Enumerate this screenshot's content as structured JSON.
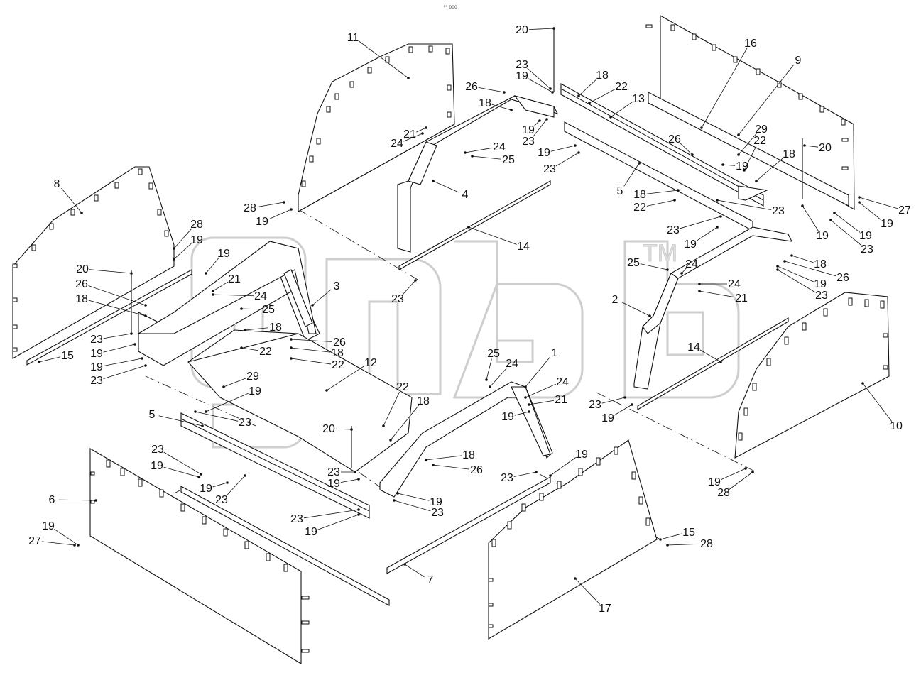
{
  "watermark": {
    "text": "gnd",
    "mark": "TM",
    "color": "#c9c9c9"
  },
  "tiny_text": "²° 000",
  "callouts": [
    {
      "id": "c01",
      "text": "20"
    },
    {
      "id": "c02",
      "text": "23"
    },
    {
      "id": "c03",
      "text": "19"
    },
    {
      "id": "c04",
      "text": "18"
    },
    {
      "id": "c05",
      "text": "22"
    },
    {
      "id": "c06",
      "text": "13"
    },
    {
      "id": "c07",
      "text": "16"
    },
    {
      "id": "c08",
      "text": "9"
    },
    {
      "id": "c09",
      "text": "11"
    },
    {
      "id": "c10",
      "text": "26"
    },
    {
      "id": "c11",
      "text": "18"
    },
    {
      "id": "c12",
      "text": "19"
    },
    {
      "id": "c13",
      "text": "23"
    },
    {
      "id": "c14",
      "text": "21"
    },
    {
      "id": "c15",
      "text": "24"
    },
    {
      "id": "c16",
      "text": "24"
    },
    {
      "id": "c17",
      "text": "25"
    },
    {
      "id": "c18",
      "text": "19"
    },
    {
      "id": "c19",
      "text": "23"
    },
    {
      "id": "c20",
      "text": "26"
    },
    {
      "id": "c21",
      "text": "29"
    },
    {
      "id": "c22",
      "text": "22"
    },
    {
      "id": "c23",
      "text": "18"
    },
    {
      "id": "c24",
      "text": "20"
    },
    {
      "id": "c25",
      "text": "19"
    },
    {
      "id": "c26",
      "text": "4"
    },
    {
      "id": "c27",
      "text": "5"
    },
    {
      "id": "c28",
      "text": "18"
    },
    {
      "id": "c29",
      "text": "22"
    },
    {
      "id": "c30",
      "text": "23"
    },
    {
      "id": "c31",
      "text": "27"
    },
    {
      "id": "c32",
      "text": "19"
    },
    {
      "id": "c33",
      "text": "19"
    },
    {
      "id": "c34",
      "text": "23"
    },
    {
      "id": "c35",
      "text": "28"
    },
    {
      "id": "c36",
      "text": "19"
    },
    {
      "id": "c37",
      "text": "8"
    },
    {
      "id": "c38",
      "text": "28"
    },
    {
      "id": "c39",
      "text": "19"
    },
    {
      "id": "c40",
      "text": "14"
    },
    {
      "id": "c41",
      "text": "23"
    },
    {
      "id": "c42",
      "text": "19"
    },
    {
      "id": "c43",
      "text": "19"
    },
    {
      "id": "c44",
      "text": "20"
    },
    {
      "id": "c45",
      "text": "26"
    },
    {
      "id": "c46",
      "text": "18"
    },
    {
      "id": "c47",
      "text": "21"
    },
    {
      "id": "c48",
      "text": "24"
    },
    {
      "id": "c49",
      "text": "25"
    },
    {
      "id": "c50",
      "text": "3"
    },
    {
      "id": "c51",
      "text": "19"
    },
    {
      "id": "c52",
      "text": "23"
    },
    {
      "id": "c53",
      "text": "25"
    },
    {
      "id": "c54",
      "text": "24"
    },
    {
      "id": "c55",
      "text": "18"
    },
    {
      "id": "c56",
      "text": "26"
    },
    {
      "id": "c57",
      "text": "19"
    },
    {
      "id": "c58",
      "text": "23"
    },
    {
      "id": "c59",
      "text": "2"
    },
    {
      "id": "c60",
      "text": "24"
    },
    {
      "id": "c61",
      "text": "21"
    },
    {
      "id": "c62",
      "text": "18"
    },
    {
      "id": "c63",
      "text": "26"
    },
    {
      "id": "c64",
      "text": "18"
    },
    {
      "id": "c65",
      "text": "22"
    },
    {
      "id": "c66",
      "text": "22"
    },
    {
      "id": "c67",
      "text": "12"
    },
    {
      "id": "c68",
      "text": "14"
    },
    {
      "id": "c69",
      "text": "10"
    },
    {
      "id": "c70",
      "text": "23"
    },
    {
      "id": "c71",
      "text": "19"
    },
    {
      "id": "c72",
      "text": "19"
    },
    {
      "id": "c73",
      "text": "23"
    },
    {
      "id": "c74",
      "text": "15"
    },
    {
      "id": "c75",
      "text": "23"
    },
    {
      "id": "c76",
      "text": "19"
    },
    {
      "id": "c77",
      "text": "29"
    },
    {
      "id": "c78",
      "text": "19"
    },
    {
      "id": "c79",
      "text": "23"
    },
    {
      "id": "c80",
      "text": "25"
    },
    {
      "id": "c81",
      "text": "24"
    },
    {
      "id": "c82",
      "text": "1"
    },
    {
      "id": "c83",
      "text": "24"
    },
    {
      "id": "c84",
      "text": "21"
    },
    {
      "id": "c85",
      "text": "5"
    },
    {
      "id": "c86",
      "text": "22"
    },
    {
      "id": "c87",
      "text": "18"
    },
    {
      "id": "c88",
      "text": "20"
    },
    {
      "id": "c89",
      "text": "23"
    },
    {
      "id": "c90",
      "text": "19"
    },
    {
      "id": "c91",
      "text": "18"
    },
    {
      "id": "c92",
      "text": "26"
    },
    {
      "id": "c93",
      "text": "19"
    },
    {
      "id": "c94",
      "text": "23"
    },
    {
      "id": "c95",
      "text": "23"
    },
    {
      "id": "c96",
      "text": "19"
    },
    {
      "id": "c97",
      "text": "23"
    },
    {
      "id": "c98",
      "text": "19"
    },
    {
      "id": "c99",
      "text": "6"
    },
    {
      "id": "c100",
      "text": "19"
    },
    {
      "id": "c101",
      "text": "27"
    },
    {
      "id": "c102",
      "text": "23"
    },
    {
      "id": "c103",
      "text": "19"
    },
    {
      "id": "c104",
      "text": "23"
    },
    {
      "id": "c105",
      "text": "19"
    },
    {
      "id": "c106",
      "text": "19"
    },
    {
      "id": "c107",
      "text": "28"
    },
    {
      "id": "c108",
      "text": "19"
    },
    {
      "id": "c109",
      "text": "28"
    },
    {
      "id": "c110",
      "text": "15"
    },
    {
      "id": "c111",
      "text": "7"
    },
    {
      "id": "c112",
      "text": "17"
    }
  ]
}
